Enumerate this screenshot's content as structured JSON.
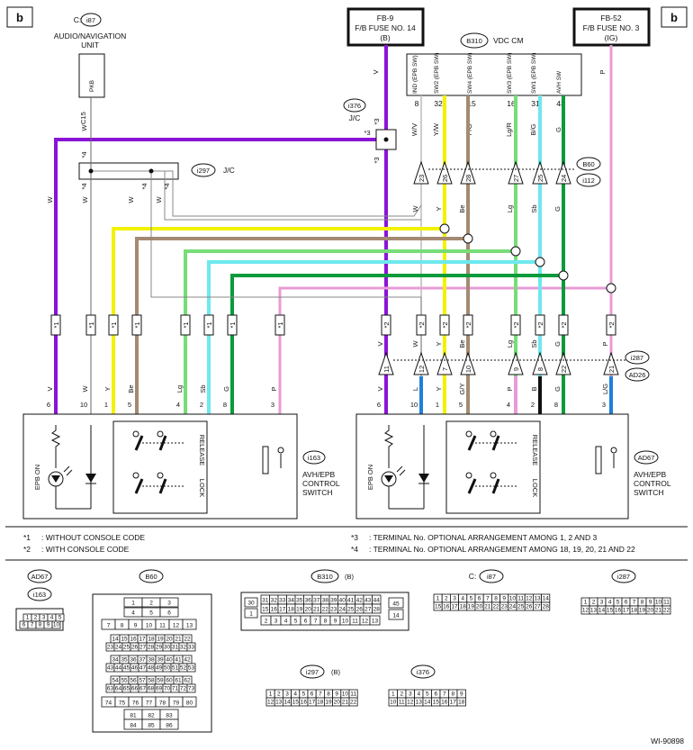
{
  "page_letter": "b",
  "diagram_id": "WI-90898",
  "fuses": {
    "fb9": {
      "name": "FB-9",
      "sub": "F/B FUSE NO. 14",
      "circuit": "(B)"
    },
    "fb52": {
      "name": "FB-52",
      "sub": "F/B FUSE NO. 3",
      "circuit": "(IG)"
    }
  },
  "audio_unit": {
    "code": "i87",
    "prefix": "C:",
    "name1": "AUDIO/NAVIGATION",
    "name2": "UNIT",
    "pin_label": "PKB",
    "connector": "C15"
  },
  "vdc": {
    "code": "B310",
    "name": "VDC CM",
    "pins": [
      {
        "func": "IND (EPB SW)",
        "num": "8",
        "color": "W/V"
      },
      {
        "func": "SW2 (EPB SW)",
        "num": "32",
        "color": "Y/W"
      },
      {
        "func": "SW4 (EPB SW)",
        "num": "15",
        "color": "P/G"
      },
      {
        "func": "SW3 (EPB SW)",
        "num": "16",
        "color": "Lg/R"
      },
      {
        "func": "SW1 (EPB SW)",
        "num": "31",
        "color": "B/G"
      },
      {
        "func": "AVH SW",
        "num": "43",
        "color": "G"
      }
    ]
  },
  "jc_i376": {
    "code": "i376",
    "label": "J/C",
    "mark": "*3"
  },
  "jc_i297": {
    "code": "i297",
    "label": "J/C"
  },
  "b60": {
    "code": "B60",
    "alt": "i112",
    "pins": [
      "23",
      "26",
      "28",
      "27",
      "25",
      "24"
    ],
    "colors": [
      "W",
      "Y",
      "Be",
      "Lg",
      "Sb",
      "G"
    ]
  },
  "i287": {
    "code": "i287",
    "alt": "AD26",
    "pins": [
      "11",
      "12",
      "7",
      "10",
      "9",
      "8",
      "22",
      "21"
    ]
  },
  "left_wires": {
    "marks": [
      "*1",
      "*1",
      "*1",
      "*1",
      "*1",
      "*1",
      "*1",
      "*1"
    ],
    "colors": [
      "V",
      "W",
      "Y",
      "Be",
      "Lg",
      "Sb",
      "G",
      "P"
    ],
    "pins": [
      "6",
      "10",
      "1",
      "5",
      "4",
      "2",
      "8",
      "3"
    ],
    "top_colors": [
      "W",
      "W",
      "*4",
      "W",
      "*4",
      "W",
      "*4",
      "W"
    ]
  },
  "right_wires": {
    "marks": [
      "*2",
      "*2",
      "*2",
      "*2",
      "*2",
      "*2",
      "*2",
      "*2"
    ],
    "colors_top": [
      "V",
      "W",
      "Y",
      "Be",
      "Lg",
      "Sb",
      "G",
      "P"
    ],
    "colors_bot": [
      "V",
      "L",
      "Y",
      "G/Y",
      "P",
      "B",
      "G",
      "L/G"
    ],
    "pins": [
      "6",
      "10",
      "1",
      "5",
      "4",
      "2",
      "8",
      "3"
    ]
  },
  "switch_left": {
    "code": "i163",
    "lines": [
      "AVH/EPB",
      "CONTROL",
      "SWITCH"
    ],
    "epb": "EPB ON",
    "release": "RELEASE",
    "lock": "LOCK"
  },
  "switch_right": {
    "code": "AD67",
    "lines": [
      "AVH/EPB",
      "CONTROL",
      "SWITCH"
    ],
    "epb": "EPB ON",
    "release": "RELEASE",
    "lock": "LOCK"
  },
  "notes": [
    {
      "mark": "*1",
      "text": ": WITHOUT CONSOLE CODE"
    },
    {
      "mark": "*2",
      "text": ": WITH CONSOLE CODE"
    },
    {
      "mark": "*3",
      "text": ": TERMINAL No. OPTIONAL ARRANGEMENT AMONG 1, 2 AND 3"
    },
    {
      "mark": "*4",
      "text": ": TERMINAL No. OPTIONAL ARRANGEMENT AMONG 18, 19, 20, 21 AND 22"
    }
  ],
  "connectors": {
    "ad67": {
      "code": "AD67",
      "alt": "i163",
      "rows": [
        [
          "1",
          "2",
          "3",
          "4",
          "5"
        ],
        [
          "6",
          "7",
          "8",
          "9",
          "10"
        ]
      ]
    },
    "b60": {
      "code": "B60",
      "rows": [
        [
          "1",
          "2",
          "3"
        ],
        [
          "4",
          "5",
          "6"
        ],
        [
          "7",
          "8",
          "9",
          "10",
          "11",
          "12",
          "13"
        ],
        [
          "14",
          "15",
          "16",
          "17",
          "18",
          "19",
          "20",
          "21",
          "22"
        ],
        [
          "23",
          "24",
          "25",
          "26",
          "27",
          "28",
          "29",
          "30",
          "31",
          "32",
          "33"
        ],
        [
          "34",
          "35",
          "36",
          "37",
          "38",
          "39",
          "40",
          "41",
          "42"
        ],
        [
          "43",
          "44",
          "45",
          "46",
          "47",
          "48",
          "49",
          "50",
          "51",
          "52",
          "53"
        ],
        [
          "54",
          "55",
          "56",
          "57",
          "58",
          "59",
          "60",
          "61",
          "62"
        ],
        [
          "63",
          "64",
          "65",
          "66",
          "67",
          "68",
          "69",
          "70",
          "71",
          "72",
          "73"
        ],
        [
          "74",
          "75",
          "76",
          "77",
          "78",
          "79",
          "80"
        ],
        [
          "81",
          "82",
          "83"
        ],
        [
          "84",
          "85",
          "86"
        ]
      ]
    },
    "b310": {
      "code": "B310",
      "circuit": "(B)",
      "rows": [
        [
          "31",
          "32",
          "33",
          "34",
          "35",
          "36",
          "37",
          "38",
          "39",
          "40",
          "41",
          "42",
          "43",
          "44"
        ],
        [
          "15",
          "16",
          "17",
          "18",
          "19",
          "20",
          "21",
          "22",
          "23",
          "24",
          "25",
          "26",
          "27",
          "28"
        ],
        [
          "2",
          "3",
          "4",
          "5",
          "6",
          "7",
          "8",
          "9",
          "10",
          "11",
          "12",
          "13"
        ]
      ],
      "side": [
        "30",
        "1",
        "45",
        "14"
      ]
    },
    "i87": {
      "code": "i87",
      "prefix": "C:",
      "rows": [
        [
          "1",
          "2",
          "3",
          "4",
          "5",
          "6",
          "7",
          "8",
          "9",
          "10",
          "11",
          "12",
          "13",
          "14"
        ],
        [
          "15",
          "16",
          "17",
          "18",
          "19",
          "20",
          "21",
          "22",
          "23",
          "24",
          "25",
          "26",
          "27",
          "28"
        ]
      ]
    },
    "i287": {
      "code": "i287",
      "rows": [
        [
          "1",
          "2",
          "3",
          "4",
          "5",
          "6",
          "7",
          "8",
          "9",
          "10",
          "11"
        ],
        [
          "12",
          "13",
          "14",
          "15",
          "16",
          "17",
          "18",
          "19",
          "20",
          "21",
          "22"
        ]
      ]
    },
    "i297": {
      "code": "i297",
      "circuit": "(B)",
      "rows": [
        [
          "1",
          "2",
          "3",
          "4",
          "5",
          "6",
          "7",
          "8",
          "9",
          "10",
          "11"
        ],
        [
          "12",
          "13",
          "14",
          "15",
          "16",
          "17",
          "18",
          "19",
          "20",
          "21",
          "22"
        ]
      ]
    },
    "i376": {
      "code": "i376",
      "rows": [
        [
          "1",
          "2",
          "3",
          "4",
          "5",
          "6",
          "7",
          "8",
          "9"
        ],
        [
          "10",
          "11",
          "12",
          "13",
          "14",
          "15",
          "16",
          "17",
          "18"
        ]
      ]
    }
  },
  "wire_colors": {
    "V": "#8a14d6",
    "Y": "#f2f200",
    "Be": "#a48a72",
    "Lg": "#77dd77",
    "Sb": "#6ee8ee",
    "G": "#0b9a3c",
    "P": "#e89bd6",
    "L": "#1e7fdc",
    "W": "#bbbbbb"
  }
}
